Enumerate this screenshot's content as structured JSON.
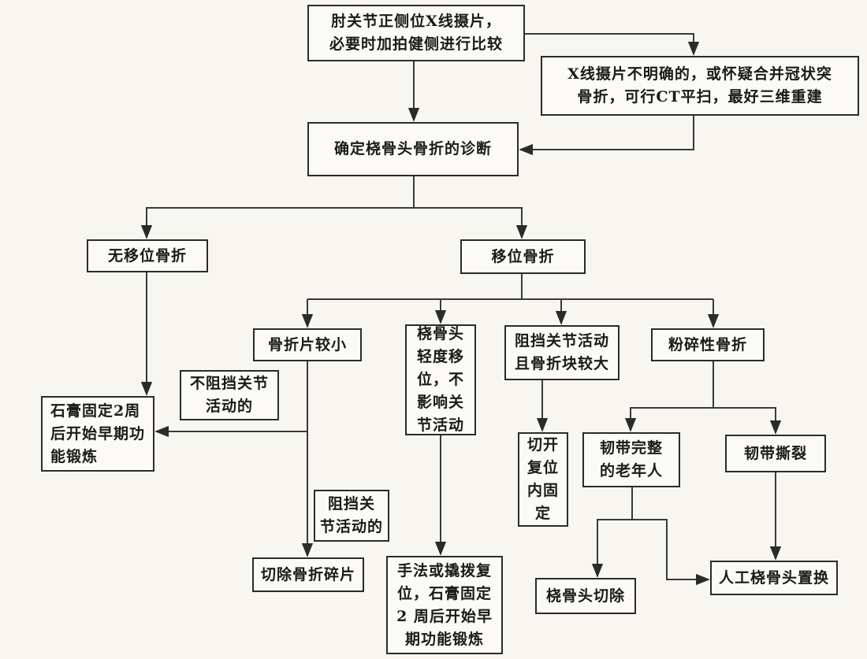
{
  "nodes": {
    "xray": "肘关节正侧位X线摄片，\n必要时加拍健侧进行比较",
    "ct": "X线摄片不明确的，或怀疑合并冠状突\n骨折，可行CT平扫，最好三维重建",
    "diagnosis": "确定桡骨头骨折的诊断",
    "nondisplaced": "无移位骨折",
    "displaced": "移位骨折",
    "small_fragment": "骨折片较小",
    "mild_displacement": "桡骨头\n轻度移\n位，不\n影响关\n节活动",
    "blocking_large": "阻挡关节活动\n且骨折块较大",
    "comminuted": "粉碎性骨折",
    "cast_2w": "石膏固定2周\n后开始早期功\n能锻炼",
    "orif": "切开\n复位\n内固\n定",
    "ligament_intact": "韧带完整\n的老年人",
    "ligament_torn": "韧带撕裂",
    "excise_fragment": "切除骨折碎片",
    "manual_reduction": "手法或撬拨复\n位，石膏固定\n2 周后开始早\n期功能锻炼",
    "head_excision": "桡骨头切除",
    "replacement": "人工桡骨头置换"
  },
  "edge_labels": {
    "not_blocking": "不阻挡关节\n活动的",
    "blocking": "阻挡关\n节活动的"
  }
}
